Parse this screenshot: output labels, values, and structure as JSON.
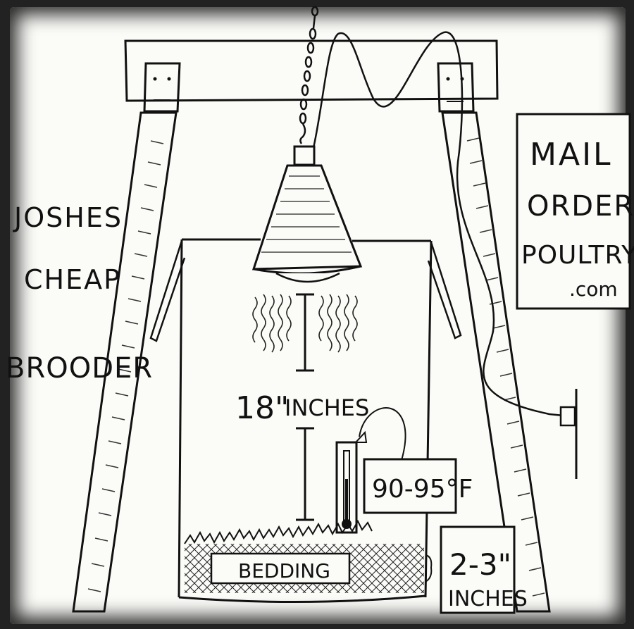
{
  "title_lines": [
    "JOSHES",
    "CHEAP",
    "BROODER"
  ],
  "sign_lines": [
    "MAIL",
    "ORDER",
    "POULTRY",
    ".com"
  ],
  "lamp_height": {
    "value": "18\"",
    "unit": "INCHES"
  },
  "temperature": "90-95°F",
  "bedding_label": "BEDDING",
  "bedding_depth": {
    "value": "2-3\"",
    "unit": "INCHES"
  }
}
